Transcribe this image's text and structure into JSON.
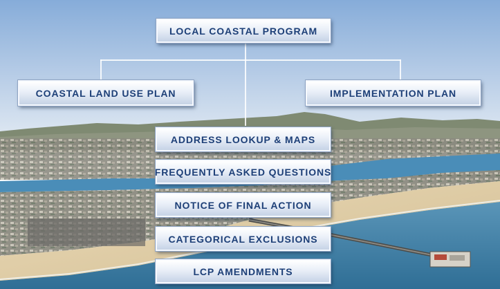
{
  "header": {
    "label": "LOCAL COASTAL PROGRAM"
  },
  "branches": [
    {
      "label": "COASTAL LAND USE PLAN"
    },
    {
      "label": "IMPLEMENTATION PLAN"
    }
  ],
  "menu": [
    {
      "label": "ADDRESS LOOKUP & MAPS"
    },
    {
      "label": "FREQUENTLY ASKED QUESTIONS"
    },
    {
      "label": "NOTICE OF FINAL ACTION"
    },
    {
      "label": "CATEGORICAL EXCLUSIONS"
    },
    {
      "label": "LCP AMENDMENTS"
    }
  ],
  "colors": {
    "sky_top": "#8fb4e0",
    "sky_bottom": "#dbe6f1",
    "ocean": "#3d7fa6",
    "harbor": "#4a8db8",
    "sand": "#e2cfa8",
    "label_text": "#1d3f77",
    "connector": "#ffffff"
  }
}
